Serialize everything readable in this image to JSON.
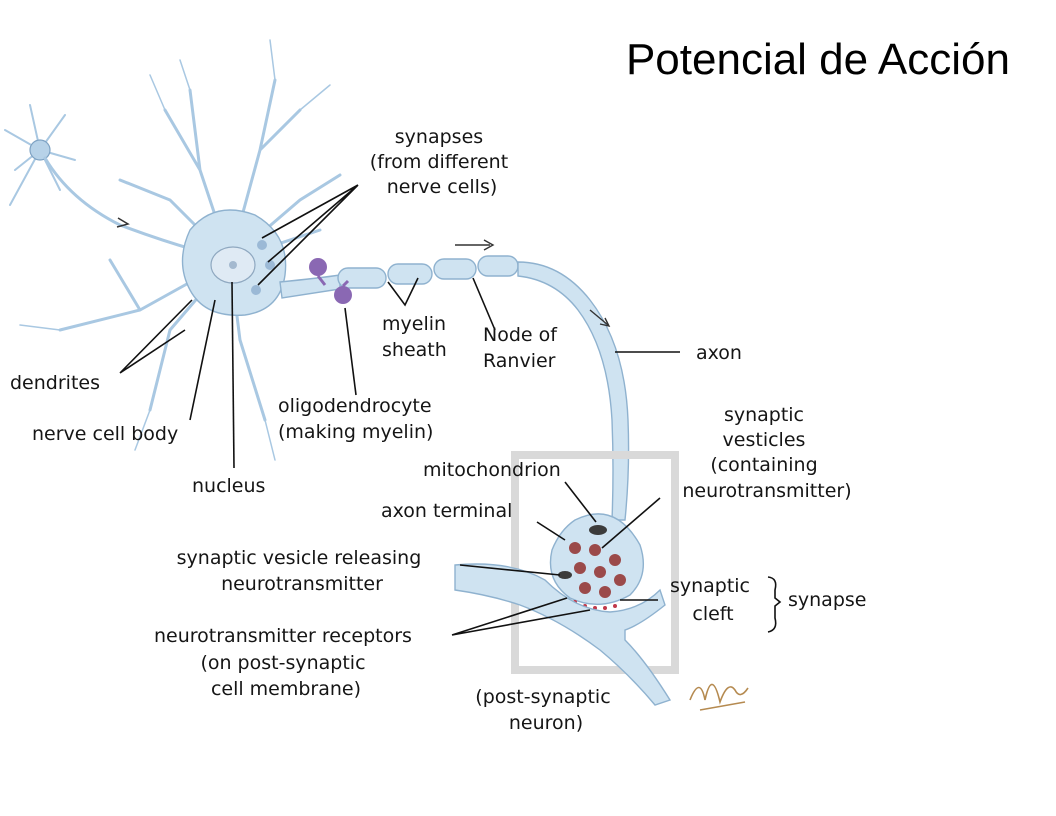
{
  "title": "Potencial de Acción",
  "labels": {
    "synapses": [
      "synapses",
      "(from different",
      "nerve cells)"
    ],
    "dendrites": "dendrites",
    "nerve_cell_body": "nerve cell body",
    "nucleus": "nucleus",
    "myelin_sheath": [
      "myelin",
      "sheath"
    ],
    "node_of_ranvier": [
      "Node of",
      "Ranvier"
    ],
    "oligodendrocyte": [
      "oligodendrocyte",
      "(making myelin)"
    ],
    "axon": "axon",
    "synaptic_vesicles": [
      "synaptic",
      "vesticles",
      "(containing",
      "neurotransmitter)"
    ],
    "mitochondrion": "mitochondrion",
    "axon_terminal": "axon terminal",
    "vesicle_releasing": [
      "synaptic vesicle releasing",
      "neurotransmitter"
    ],
    "synaptic_cleft": [
      "synaptic",
      "cleft"
    ],
    "synapse": "synapse",
    "receptors": [
      "neurotransmitter receptors",
      "(on post-synaptic",
      "cell membrane)"
    ],
    "post_synaptic": [
      "(post-synaptic",
      "neuron)"
    ]
  },
  "signature": "H. Seeling '97",
  "colors": {
    "cell_fill": "#cfe3f1",
    "cell_outline": "#8fb2cf",
    "vesicle": "#9b4a4a",
    "oligodendrocyte": "#7a5aa6"
  }
}
